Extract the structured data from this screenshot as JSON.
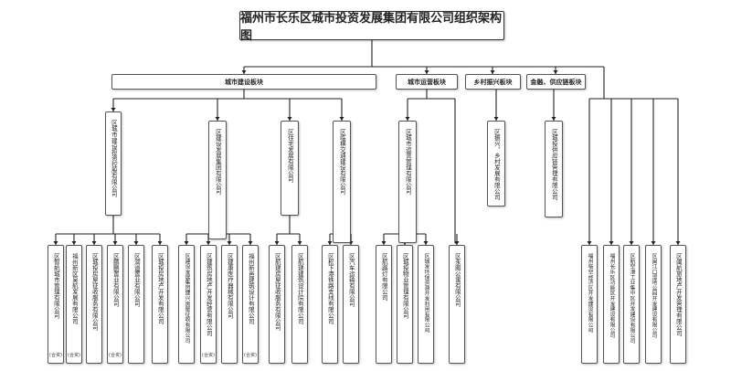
{
  "title": "福州市长乐区城市投资发展集团有限公司组织架构图",
  "segments": [
    {
      "label": "城市建设板块"
    },
    {
      "label": "城市运营板块"
    },
    {
      "label": "乡村振兴板块"
    },
    {
      "label": "金融、供应链板块"
    }
  ],
  "level2": [
    "区城市建设投资控股有限公司",
    "区建设发展集团有限公司",
    "区住宅发展有限公司",
    "区临横交通建设有限公司",
    "区城市运营管理有限公司",
    "区振兴、乡村发展有限公司",
    "区城投供应链管理有限公司"
  ],
  "level3": [
    {
      "name": "区智航城市管理有限公司",
      "mark": "(合资)"
    },
    {
      "name": "福州新区吴航发展有限公司",
      "mark": "(合资)"
    },
    {
      "name": "区城投房屋征收服务有限公司",
      "mark": ""
    },
    {
      "name": "区鹏鹏置业有限公司",
      "mark": "(合资)"
    },
    {
      "name": "区润道置业有限公司",
      "mark": ""
    },
    {
      "name": "区城投房地产开发有限公司",
      "mark": ""
    },
    {
      "name": "区建设发展集团建兴房屋征收有限公司",
      "mark": ""
    },
    {
      "name": "区建筑房地产开发经营有限公司",
      "mark": "(合资)"
    },
    {
      "name": "区建康医疗器械有限公司",
      "mark": ""
    },
    {
      "name": "福州新邑建筑设计有限公司",
      "mark": "(合资)"
    },
    {
      "name": "区航建房屋征收服务有限公司",
      "mark": ""
    },
    {
      "name": "区航建建筑设计院有限公司",
      "mark": ""
    },
    {
      "name": "区松下港铁路支线有限公司",
      "mark": ""
    },
    {
      "name": "区汽车运输有限公司",
      "mark": ""
    },
    {
      "name": "区航路灯有限公司",
      "mark": ""
    },
    {
      "name": "区城投物业管理有限公司",
      "mark": ""
    },
    {
      "name": "区城发环保资源开发利用有限公司",
      "mark": ""
    },
    {
      "name": "区永图公寓有限公司",
      "mark": ""
    },
    {
      "name": "福州临空经济区开发建设有限公司",
      "mark": ""
    },
    {
      "name": "福州长乐区功能区开发建设有限公司",
      "mark": ""
    },
    {
      "name": "区航空港工业集中区开发建设有限公司",
      "mark": ""
    },
    {
      "name": "区闽江口湿地公园开发建设有限公司",
      "mark": ""
    },
    {
      "name": "区闽航旅地产开发管理有限公司",
      "mark": ""
    }
  ]
}
